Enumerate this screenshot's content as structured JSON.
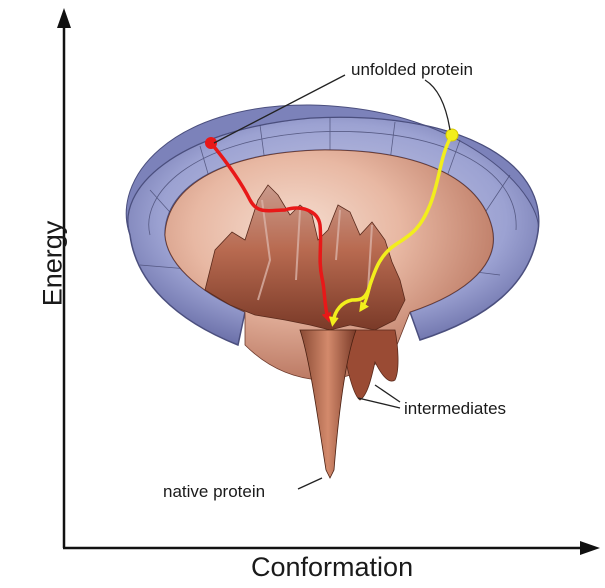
{
  "labels": {
    "unfolded": "unfolded protein",
    "intermediates": "intermediates",
    "native": "native protein",
    "y_axis": "Energy",
    "x_axis": "Conformation"
  },
  "colors": {
    "axis": "#111111",
    "rim": "#8c93c6",
    "rim_shadow": "#5c6199",
    "funnel_inner": "#e9b7a0",
    "peaks": "#b06548",
    "red_path": "#e81818",
    "yellow_path": "#f2ee1c",
    "leader_line": "#222222"
  }
}
